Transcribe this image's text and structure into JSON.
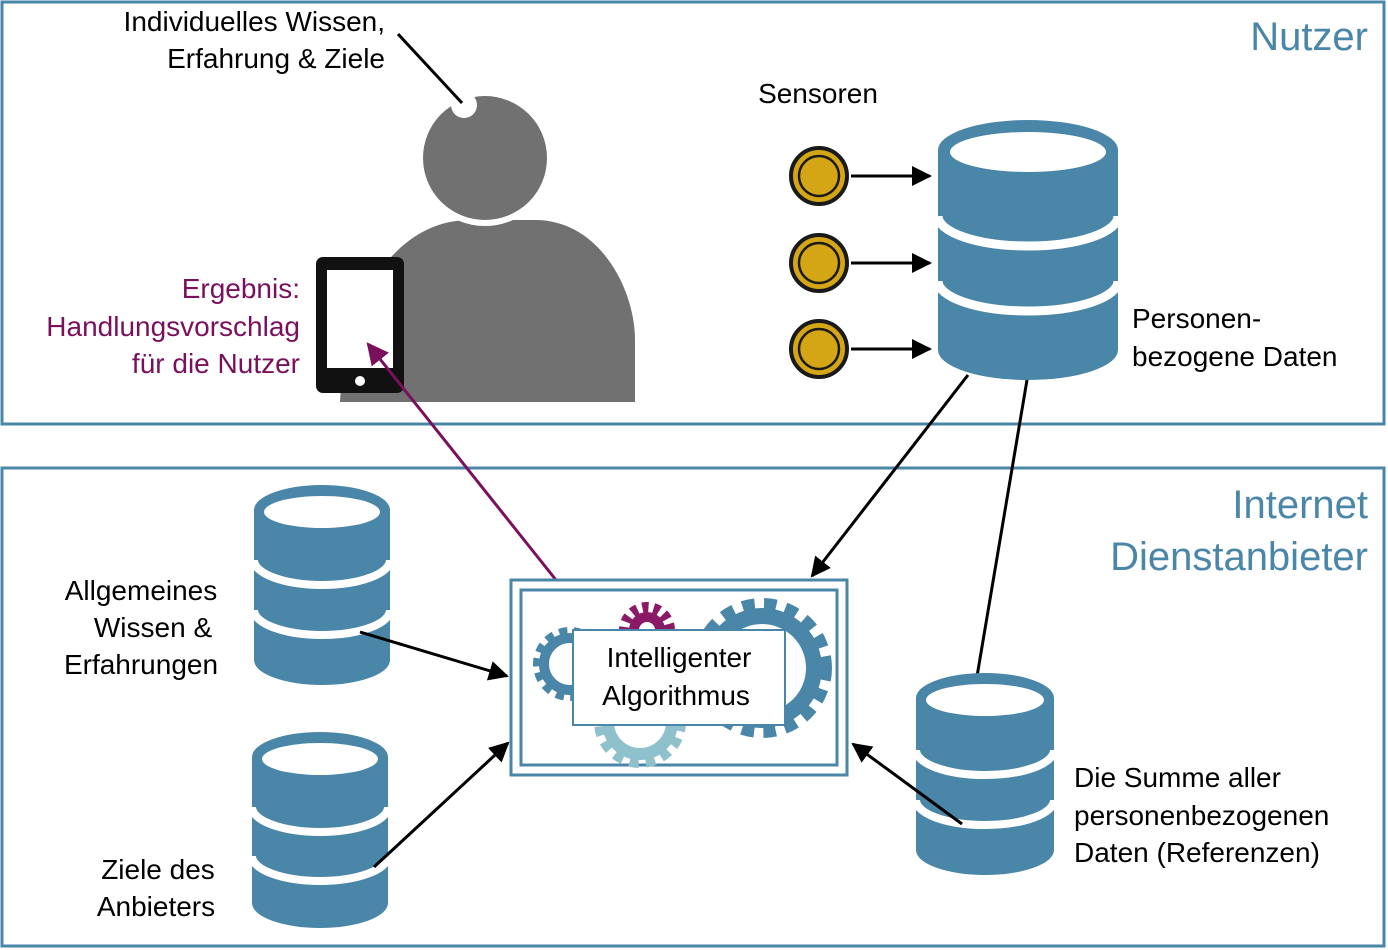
{
  "colors": {
    "frame": "#4a86a8",
    "database": "#4a86a8",
    "person": "#717171",
    "sensor_fill": "#d4a514",
    "sensor_ring": "#1a1a1a",
    "result": "#7a0f5c",
    "gear_purple": "#8a1a66",
    "gear_blue": "#4a86a8",
    "gear_light": "#8fc1cc"
  },
  "regions": {
    "user": "Nutzer",
    "provider_line1": "Internet",
    "provider_line2": "Dienstanbieter"
  },
  "labels": {
    "individual_line1": "Individuelles Wissen,",
    "individual_line2": "Erfahrung & Ziele",
    "sensors": "Sensoren",
    "personal_data_line1": "Personen-",
    "personal_data_line2": "bezogene Daten",
    "result_line1": "Ergebnis:",
    "result_line2": "Handlungsvorschlag",
    "result_line3": "für die Nutzer",
    "general_line1": "Allgemeines",
    "general_line2": "Wissen &",
    "general_line3": "Erfahrungen",
    "goals_line1": "Ziele des",
    "goals_line2": "Anbieters",
    "sum_line1": "Die Summe aller",
    "sum_line2": "personenbezogenen",
    "sum_line3": "Daten (Referenzen)",
    "algo_line1": "Intelligenter",
    "algo_line2": "Algorithmus"
  },
  "icons": [
    "person-icon",
    "smartphone-icon",
    "sensor-icon",
    "database-icon",
    "gear-icon"
  ]
}
